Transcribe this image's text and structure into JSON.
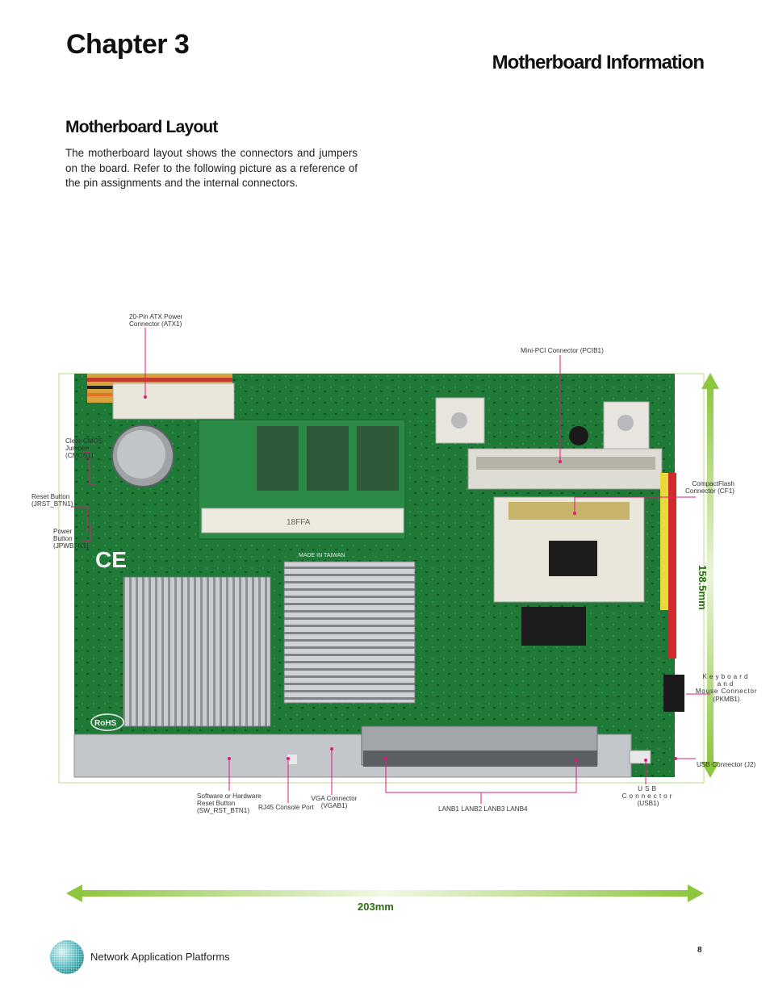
{
  "header": {
    "chapter": "Chapter 3",
    "section": "Motherboard Information"
  },
  "content": {
    "subtitle": "Motherboard Layout",
    "intro": "The motherboard layout shows the connectors and jumpers on the board. Refer to the following picture as a reference of the pin assignments and the internal connectors."
  },
  "board_labels": {
    "atx1": [
      "20-Pin ATX Power",
      "Connector (ATX1)"
    ],
    "pcib1": "Mini-PCI Connector (PCIB1)",
    "cmos": [
      "Clear CMOS",
      "Jumper",
      "(CMOS1)"
    ],
    "jrst": [
      "Reset Button",
      "(JRST_BTN1)"
    ],
    "jpwbtn": [
      "Power",
      "Button",
      "(JPWBTN1)"
    ],
    "cf1": [
      "CompactFlash",
      "Connector (CF1)"
    ],
    "pkmb1": [
      "Keyboard and",
      "Mouse Connector",
      "(PKMB1)"
    ],
    "j2": "USB Connector (J2)",
    "usb1": [
      "USB Connector",
      "(USB1)"
    ],
    "sw_rst": [
      "Software or Hardware",
      "Reset Button",
      "(SW_RST_BTN1)"
    ],
    "rj45": "RJ45 Console Port",
    "vgab1": [
      "VGA Connector",
      "(VGAB1)"
    ],
    "lan": "LANB1 LANB2 LANB3 LANB4"
  },
  "dimensions": {
    "width": "203mm",
    "height": "158.5mm"
  },
  "footer": {
    "text": "Network Application Platforms",
    "page": "8"
  },
  "colors": {
    "accent_green": "#8dc63f",
    "dim_text": "#2a6e12",
    "callout_magenta": "#e0187d",
    "board_green": "#1f7a38"
  },
  "board_text": {
    "ce": "CE",
    "rohs": "RoHS",
    "made_in": "MADE IN TAIWAN",
    "so_dimm": "18FFA"
  }
}
